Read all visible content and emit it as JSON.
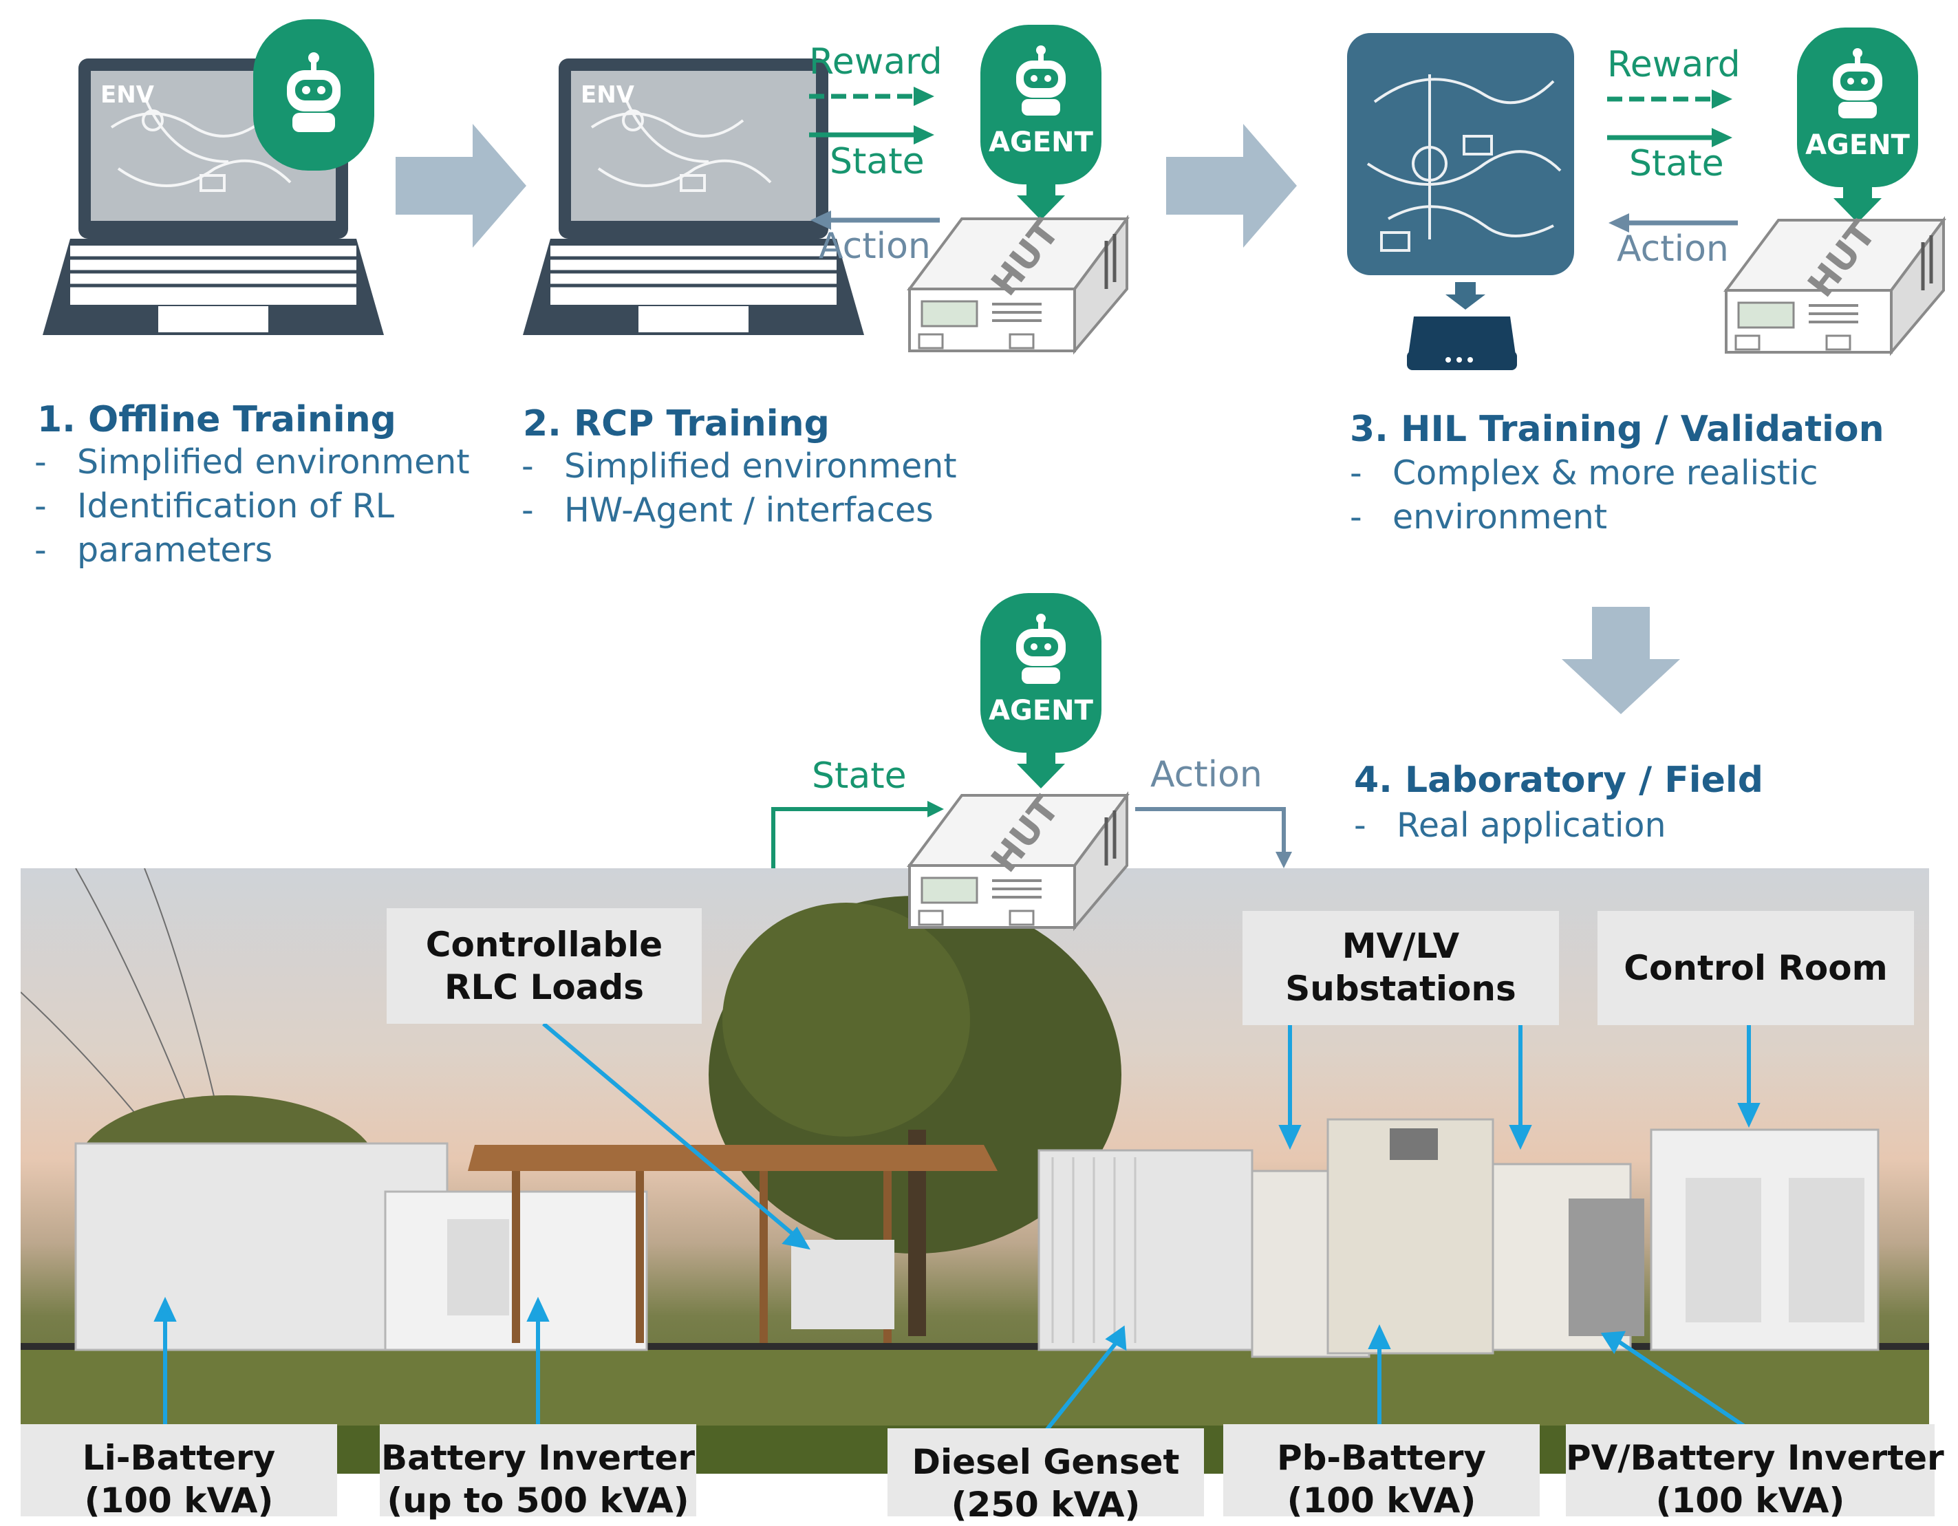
{
  "stages": [
    {
      "title": "1. Offline Training",
      "bullets": [
        "Simplified environment",
        "Identification of RL",
        "parameters"
      ]
    },
    {
      "title": "2. RCP Training",
      "bullets": [
        "Simplified environment",
        "HW-Agent / interfaces"
      ]
    },
    {
      "title": "3. HIL Training / Validation",
      "bullets": [
        "Complex & more realistic",
        "environment"
      ]
    },
    {
      "title": "4. Laboratory / Field",
      "bullets": [
        "Real application"
      ]
    }
  ],
  "labels": {
    "env": "ENV",
    "agent": "AGENT",
    "hut": "HUT",
    "reward": "Reward",
    "state": "State",
    "action": "Action"
  },
  "photo_labels": {
    "rlc": [
      "Controllable",
      "RLC Loads"
    ],
    "substations": [
      "MV/LV",
      "Substations"
    ],
    "control_room": [
      "Control Room"
    ],
    "li_battery": [
      "Li-Battery",
      "(100 kVA)"
    ],
    "battery_inverter": [
      "Battery Inverter",
      "(up to 500 kVA)"
    ],
    "diesel": [
      "Diesel Genset",
      "(250 kVA)"
    ],
    "pb_battery": [
      "Pb-Battery",
      "(100 kVA)"
    ],
    "pv_inverter": [
      "PV/Battery Inverter",
      "(100 kVA)"
    ]
  },
  "colors": {
    "accent_green": "#17956f",
    "title_blue": "#1f5f8b",
    "arrow_grey": "#a9bccb",
    "label_arrow": "#1ba3e0",
    "laptop": "#3a4a59",
    "hil_panel": "#3d6e8a"
  }
}
